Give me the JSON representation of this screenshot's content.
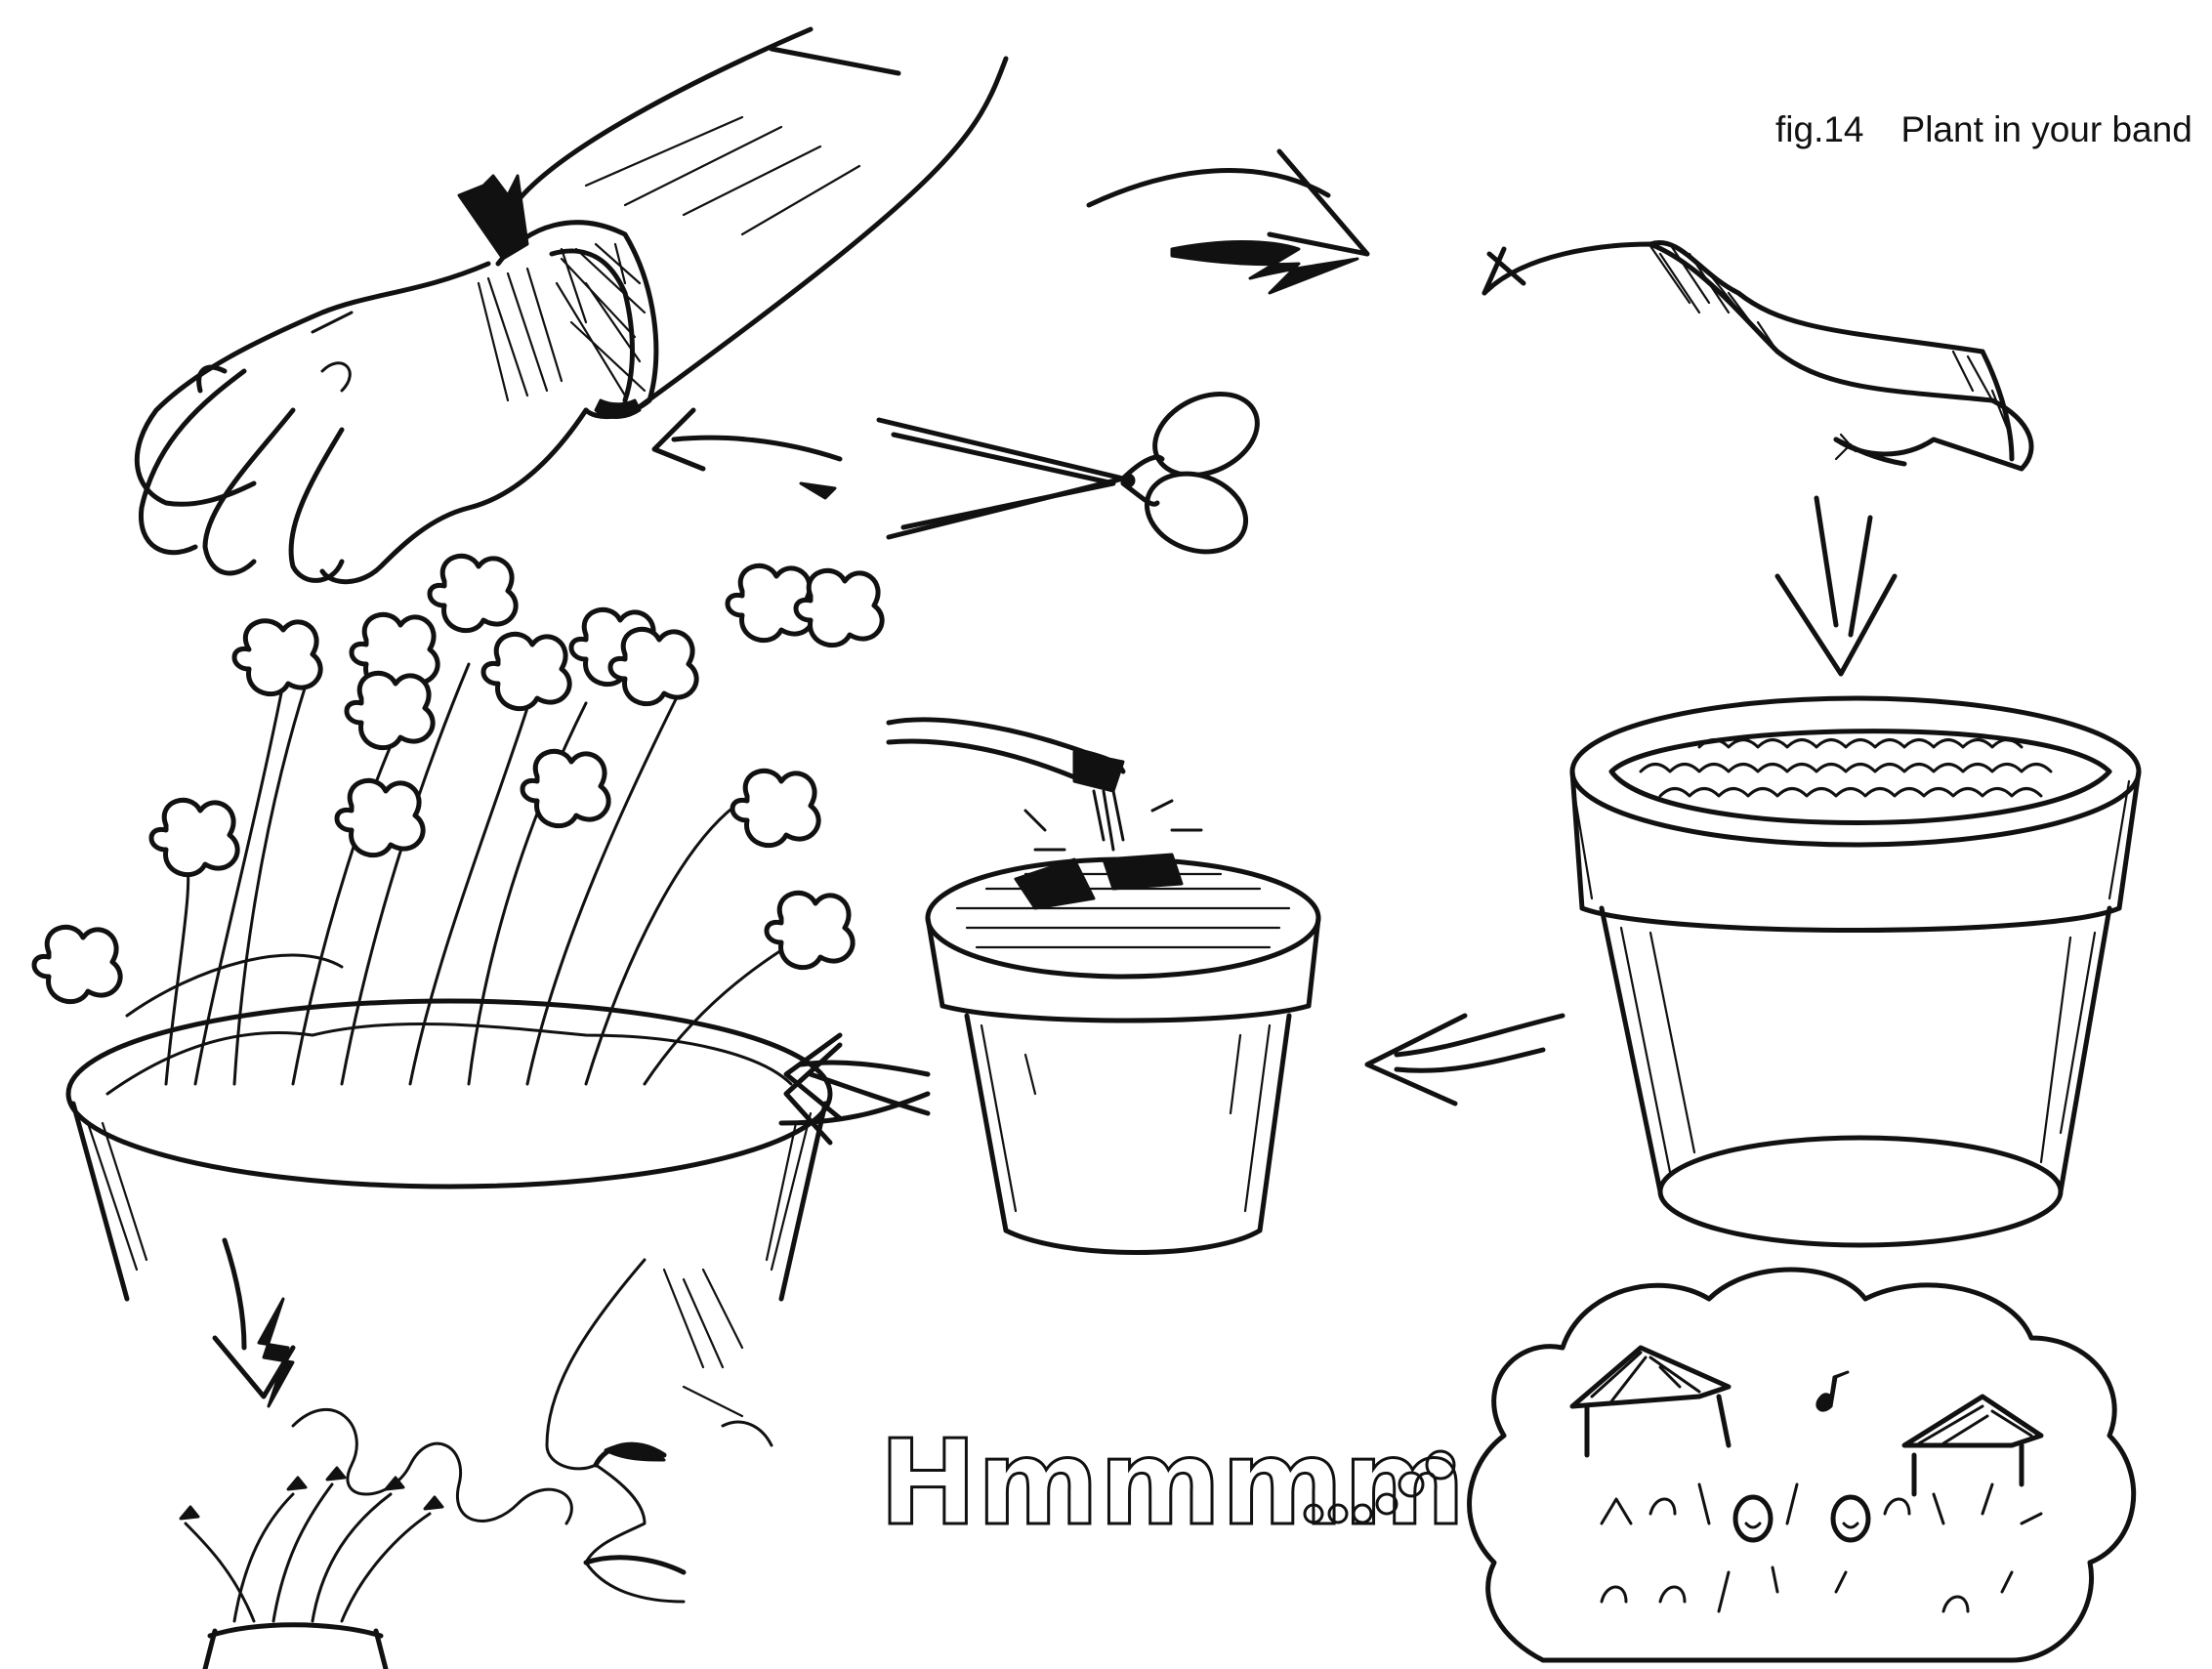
{
  "caption": {
    "figure_number": "fig.14",
    "title": "Plant in your band"
  },
  "sound_text": "Hmmmm",
  "colors": {
    "ink": "#111111",
    "paper": "#ffffff"
  },
  "steps": [
    "wristband-on-arm",
    "cut-with-scissors",
    "cut-band-strip",
    "plant-in-soil-pot",
    "water-the-pot",
    "flowers-grow",
    "smell-flowers-and-remember-festival"
  ]
}
